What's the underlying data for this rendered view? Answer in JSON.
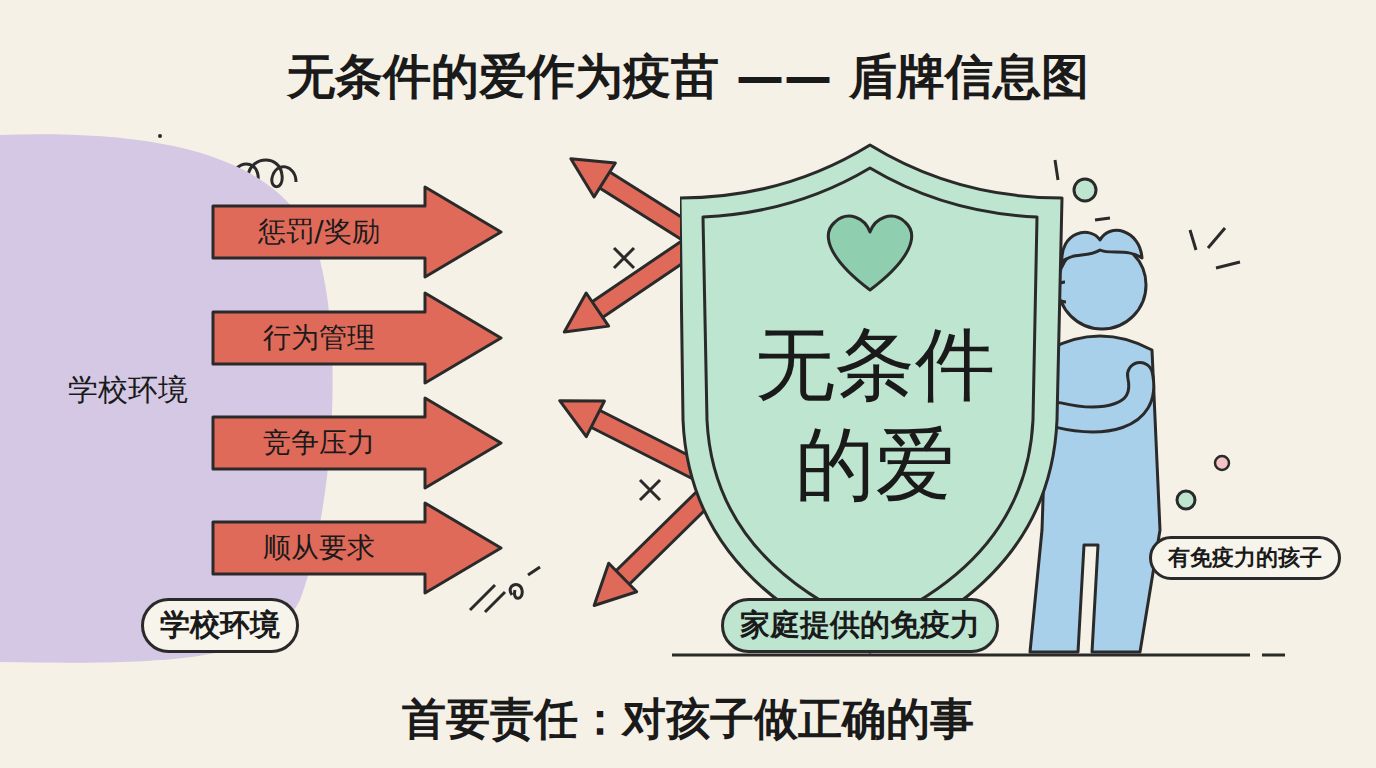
{
  "diagram": {
    "title": "无条件的爱作为疫苗 —— 盾牌信息图",
    "caption": "首要责任：对孩子做正确的事",
    "nodes": [
      {
        "text": [
          "学校环境"
        ]
      },
      {
        "text": [
          "惩罚/奖励"
        ]
      },
      {
        "text": [
          "行为管理"
        ]
      },
      {
        "text": [
          "竞争压力"
        ]
      },
      {
        "text": [
          "顺从要求"
        ]
      },
      {
        "text": [
          "学校环境"
        ]
      },
      {
        "text": [
          "无条件的爱"
        ]
      },
      {
        "text": [
          "家庭提供的免疫力"
        ]
      },
      {
        "text": [
          "有免疫力的孩子"
        ]
      }
    ]
  }
}
